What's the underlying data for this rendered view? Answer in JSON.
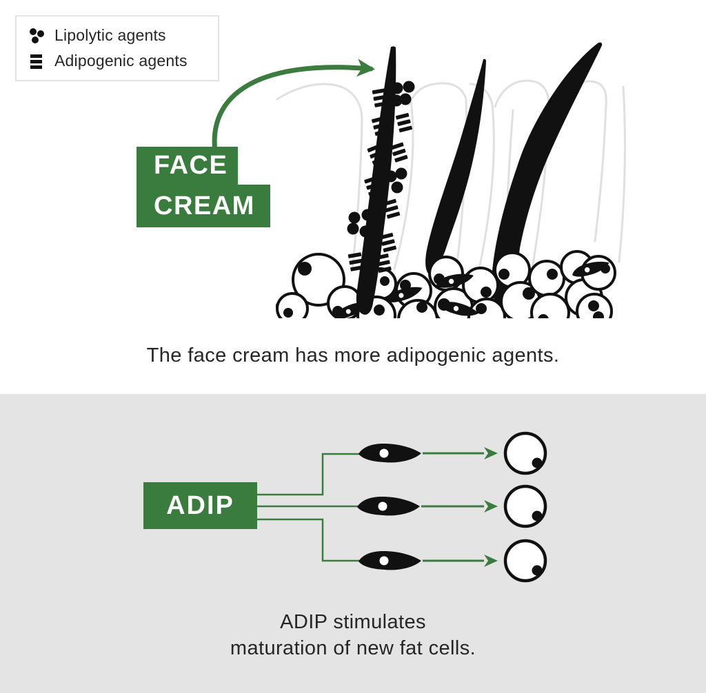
{
  "legend": {
    "items": [
      {
        "icon": "dots-cluster-icon",
        "label": "Lipolytic agents"
      },
      {
        "icon": "bars-icon",
        "label": "Adipogenic agents"
      }
    ]
  },
  "top_panel": {
    "label_line1": "FACE",
    "label_line2": "CREAM",
    "caption": "The face cream has more adipogenic agents."
  },
  "bottom_panel": {
    "label": "ADIP",
    "caption_line1": "ADIP stimulates",
    "caption_line2": "maturation of new fat cells."
  },
  "colors": {
    "green": "#3a7b3e",
    "panel_gray": "#e4e4e4",
    "ink_black": "#111111",
    "text_gray": "#262626",
    "follicle_outline_gray": "#e0e0e0"
  }
}
